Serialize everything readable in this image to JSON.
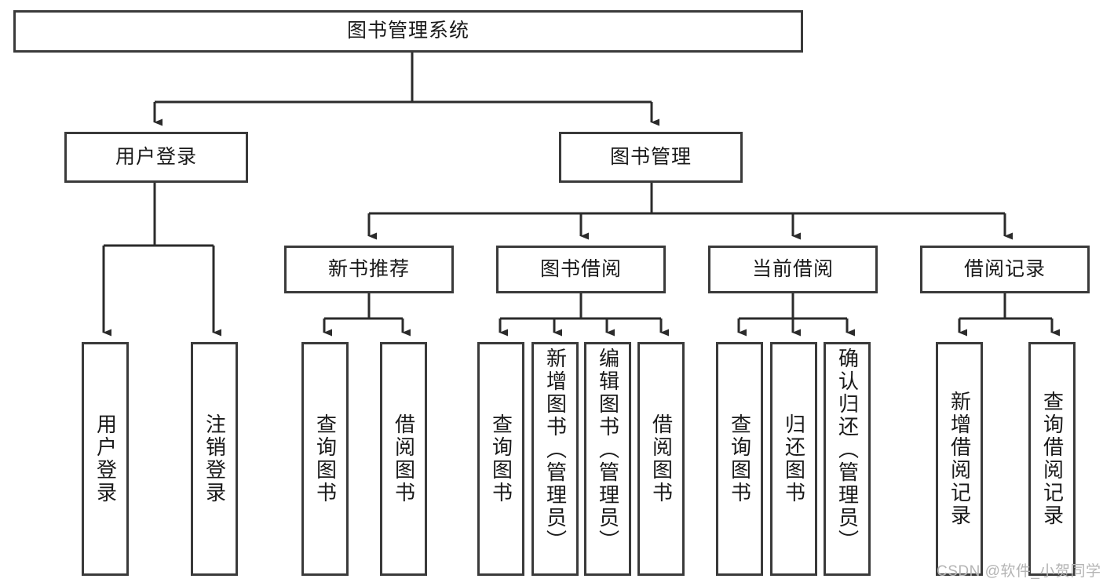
{
  "diagram": {
    "title": "图书管理系统",
    "type": "hierarchy-tree",
    "orientation": "top-down",
    "colors": {
      "box_border": "#3a3a3a",
      "box_fill": "#ffffff",
      "connector": "#2b2b2b",
      "text": "#1a1a1a",
      "watermark": "#b4b4b4",
      "background": "#ffffff"
    },
    "root": {
      "label": "图书管理系统",
      "name": "root-book-management-system"
    },
    "level1": [
      {
        "label": "用户登录",
        "name": "node-user-login"
      },
      {
        "label": "图书管理",
        "name": "node-book-management"
      }
    ],
    "level2": [
      {
        "label": "新书推荐",
        "name": "node-new-book-recommendation"
      },
      {
        "label": "图书借阅",
        "name": "node-book-borrow"
      },
      {
        "label": "当前借阅",
        "name": "node-current-borrow"
      },
      {
        "label": "借阅记录",
        "name": "node-borrow-record"
      }
    ],
    "leaves": {
      "user_login": [
        {
          "label": "用户登录",
          "name": "leaf-user-login"
        },
        {
          "label": "注销登录",
          "name": "leaf-logout"
        }
      ],
      "new_book_recommendation": [
        {
          "label": "查询图书",
          "name": "leaf-query-book-1"
        },
        {
          "label": "借阅图书",
          "name": "leaf-borrow-book-1"
        }
      ],
      "book_borrow": [
        {
          "label": "查询图书",
          "name": "leaf-query-book-2"
        },
        {
          "label": "新增图书（管理员）",
          "name": "leaf-add-book-admin"
        },
        {
          "label": "编辑图书（管理员）",
          "name": "leaf-edit-book-admin"
        },
        {
          "label": "借阅图书",
          "name": "leaf-borrow-book-2"
        }
      ],
      "current_borrow": [
        {
          "label": "查询图书",
          "name": "leaf-query-book-3"
        },
        {
          "label": "归还图书",
          "name": "leaf-return-book"
        },
        {
          "label": "确认归还（管理员）",
          "name": "leaf-confirm-return-admin"
        }
      ],
      "borrow_record": [
        {
          "label": "新增借阅记录",
          "name": "leaf-add-borrow-record"
        },
        {
          "label": "查询借阅记录",
          "name": "leaf-query-borrow-record"
        }
      ]
    },
    "watermark": "CSDN @软件_小贺同学"
  }
}
